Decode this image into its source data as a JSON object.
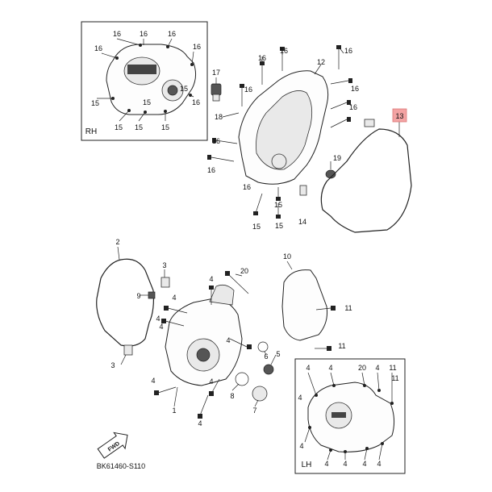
{
  "diagram": {
    "code": "BK61460-S110",
    "highlight_color": "#f3a3a3",
    "inset_rh": {
      "title": "RH",
      "labels": [
        "16",
        "16",
        "16",
        "16",
        "15",
        "15",
        "15",
        "15",
        "15",
        "16",
        "15",
        "16"
      ]
    },
    "inset_lh": {
      "title": "LH",
      "labels": [
        "4",
        "4",
        "20",
        "4",
        "11",
        "11",
        "4",
        "4",
        "4",
        "4",
        "4",
        "4"
      ]
    },
    "fwd_text": "FWD",
    "upper_labels": [
      "17",
      "16",
      "12",
      "16",
      "16",
      "16",
      "16",
      "16",
      "18",
      "16",
      "19",
      "16",
      "16",
      "15",
      "15",
      "14",
      "15"
    ],
    "highlighted_label": "13",
    "lower_labels": [
      "2",
      "3",
      "20",
      "10",
      "4",
      "4",
      "9",
      "4",
      "11",
      "4",
      "4",
      "11",
      "6",
      "5",
      "3",
      "8",
      "4",
      "7",
      "4",
      "1",
      "4"
    ]
  }
}
